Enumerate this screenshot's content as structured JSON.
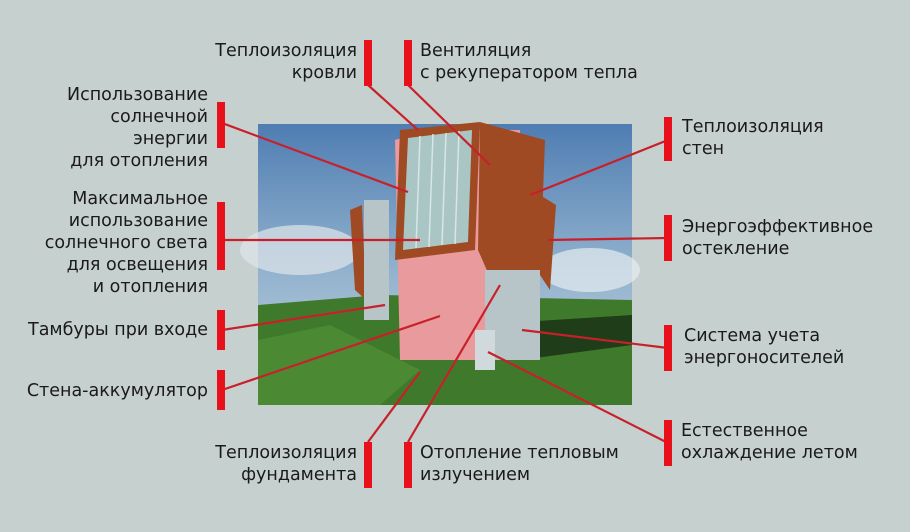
{
  "colors": {
    "background": "#c6d0cf",
    "marker": "#e8101a",
    "leader_line": "#c8202a",
    "wall": "#e99a9c",
    "frame": "#a04a24",
    "grass": "#3f7a2c"
  },
  "labels": [
    {
      "id": "roof-insulation",
      "lines": [
        "Теплоизоляция",
        "кровли"
      ]
    },
    {
      "id": "ventilation",
      "lines": [
        "Вентиляция",
        "с рекуператором тепла"
      ]
    },
    {
      "id": "solar-heating",
      "lines": [
        "Использование",
        "солнечной",
        "энергии",
        "для отопления"
      ]
    },
    {
      "id": "daylight",
      "lines": [
        "Максимальное",
        "использование",
        "солнечного света",
        "для освещения",
        "и отопления"
      ]
    },
    {
      "id": "vestibules",
      "lines": [
        "Тамбуры при входе"
      ]
    },
    {
      "id": "storage-wall",
      "lines": [
        "Стена-аккумулятор"
      ]
    },
    {
      "id": "wall-insulation",
      "lines": [
        "Теплоизоляция",
        "стен"
      ]
    },
    {
      "id": "glazing",
      "lines": [
        "Энергоэффективное",
        "остекление"
      ]
    },
    {
      "id": "metering",
      "lines": [
        "Система учета",
        "энергоносителей"
      ]
    },
    {
      "id": "cooling",
      "lines": [
        "Естественное",
        "охлаждение летом"
      ]
    },
    {
      "id": "foundation-insulation",
      "lines": [
        "Теплоизоляция",
        "фундамента"
      ]
    },
    {
      "id": "radiant-heating",
      "lines": [
        "Отопление тепловым",
        "излучением"
      ]
    }
  ]
}
